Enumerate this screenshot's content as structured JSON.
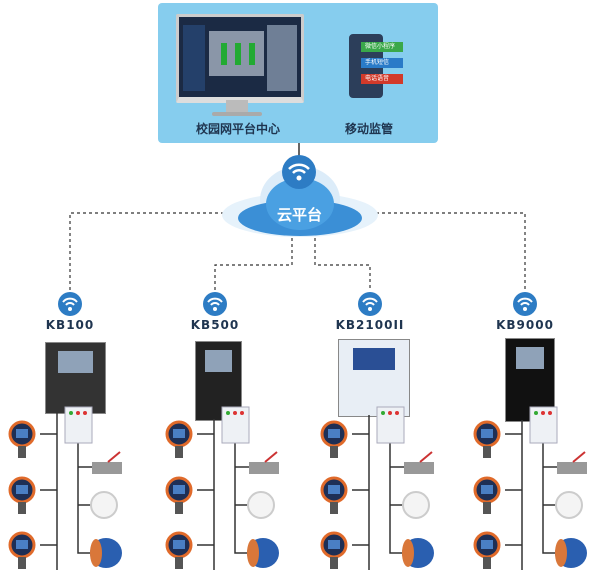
{
  "platform": {
    "center_label": "校园网平台中心",
    "mobile_label": "移动监管",
    "mobile_channels": [
      "微信小程序",
      "手机短信",
      "电话语音"
    ],
    "cloud_label": "云平台"
  },
  "controllers": [
    {
      "model": "KB100"
    },
    {
      "model": "KB500"
    },
    {
      "model": "KB2100II"
    },
    {
      "model": "KB9000"
    }
  ],
  "colors": {
    "panel": "#86cdee",
    "wifi": "#2d7cc4",
    "text": "#1f3550",
    "wechat": "#3aa84a",
    "sms": "#2a7bc8",
    "voice": "#d23a2a"
  },
  "icons": {
    "connection": "wifi-icon",
    "linkage_devices": [
      "valve-icon",
      "damper-icon",
      "fan-icon"
    ],
    "sensors": "gas-detector-icon"
  }
}
